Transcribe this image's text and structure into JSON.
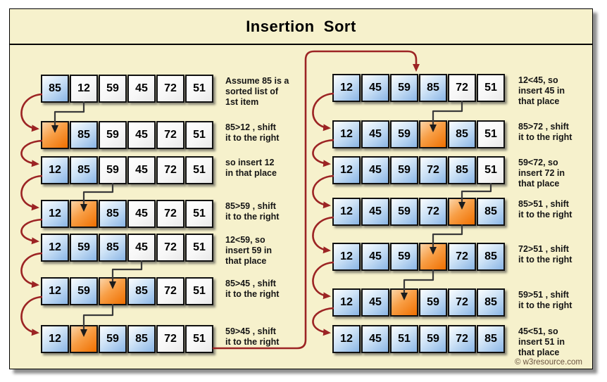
{
  "title": "Insertion  Sort",
  "footer": "© w3resource.com",
  "colors": {
    "background": "#f6f1cc",
    "flow_arrow": "#9c2424",
    "shift_arrow": "#3a3a3a",
    "footer_text": "#6a5440",
    "cell_blue": "#8ab5e5",
    "cell_orange": "#ef6f00",
    "cell_white": "#f7f7f7"
  },
  "columns": [
    {
      "name": "left",
      "rows": [
        {
          "cells": [
            {
              "v": "85",
              "t": "blue"
            },
            {
              "v": "12",
              "t": "white"
            },
            {
              "v": "59",
              "t": "white"
            },
            {
              "v": "45",
              "t": "white"
            },
            {
              "v": "72",
              "t": "white"
            },
            {
              "v": "51",
              "t": "white"
            }
          ],
          "note": "Assume 85 is a\nsorted list of\n1st item"
        },
        {
          "cells": [
            {
              "v": "",
              "t": "orange"
            },
            {
              "v": "85",
              "t": "blue"
            },
            {
              "v": "59",
              "t": "white"
            },
            {
              "v": "45",
              "t": "white"
            },
            {
              "v": "72",
              "t": "white"
            },
            {
              "v": "51",
              "t": "white"
            }
          ],
          "note": "85>12 , shift\nit to the right"
        },
        {
          "cells": [
            {
              "v": "12",
              "t": "blue"
            },
            {
              "v": "85",
              "t": "blue"
            },
            {
              "v": "59",
              "t": "white"
            },
            {
              "v": "45",
              "t": "white"
            },
            {
              "v": "72",
              "t": "white"
            },
            {
              "v": "51",
              "t": "white"
            }
          ],
          "note": "so insert 12\nin that place"
        },
        {
          "cells": [
            {
              "v": "12",
              "t": "blue"
            },
            {
              "v": "",
              "t": "orange"
            },
            {
              "v": "85",
              "t": "blue"
            },
            {
              "v": "45",
              "t": "white"
            },
            {
              "v": "72",
              "t": "white"
            },
            {
              "v": "51",
              "t": "white"
            }
          ],
          "note": "85>59 , shift\nit to the right"
        },
        {
          "cells": [
            {
              "v": "12",
              "t": "blue"
            },
            {
              "v": "59",
              "t": "blue"
            },
            {
              "v": "85",
              "t": "blue"
            },
            {
              "v": "45",
              "t": "white"
            },
            {
              "v": "72",
              "t": "white"
            },
            {
              "v": "51",
              "t": "white"
            }
          ],
          "note": "12<59, so\ninsert 59 in\nthat place"
        },
        {
          "cells": [
            {
              "v": "12",
              "t": "blue"
            },
            {
              "v": "59",
              "t": "blue"
            },
            {
              "v": "",
              "t": "orange"
            },
            {
              "v": "85",
              "t": "blue"
            },
            {
              "v": "72",
              "t": "white"
            },
            {
              "v": "51",
              "t": "white"
            }
          ],
          "note": "85>45 , shift\nit to the right"
        },
        {
          "cells": [
            {
              "v": "12",
              "t": "blue"
            },
            {
              "v": "",
              "t": "orange"
            },
            {
              "v": "59",
              "t": "blue"
            },
            {
              "v": "85",
              "t": "blue"
            },
            {
              "v": "72",
              "t": "white"
            },
            {
              "v": "51",
              "t": "white"
            }
          ],
          "note": "59>45 , shift\nit to the right"
        }
      ]
    },
    {
      "name": "right",
      "rows": [
        {
          "cells": [
            {
              "v": "12",
              "t": "blue"
            },
            {
              "v": "45",
              "t": "blue"
            },
            {
              "v": "59",
              "t": "blue"
            },
            {
              "v": "85",
              "t": "blue"
            },
            {
              "v": "72",
              "t": "white"
            },
            {
              "v": "51",
              "t": "white"
            }
          ],
          "note": "12<45, so\ninsert 45 in\nthat place"
        },
        {
          "cells": [
            {
              "v": "12",
              "t": "blue"
            },
            {
              "v": "45",
              "t": "blue"
            },
            {
              "v": "59",
              "t": "blue"
            },
            {
              "v": "",
              "t": "orange"
            },
            {
              "v": "85",
              "t": "blue"
            },
            {
              "v": "51",
              "t": "white"
            }
          ],
          "note": "85>72 , shift\nit to the right"
        },
        {
          "cells": [
            {
              "v": "12",
              "t": "blue"
            },
            {
              "v": "45",
              "t": "blue"
            },
            {
              "v": "59",
              "t": "blue"
            },
            {
              "v": "72",
              "t": "blue"
            },
            {
              "v": "85",
              "t": "blue"
            },
            {
              "v": "51",
              "t": "white"
            }
          ],
          "note": "59<72, so\ninsert 72 in\nthat place"
        },
        {
          "cells": [
            {
              "v": "12",
              "t": "blue"
            },
            {
              "v": "45",
              "t": "blue"
            },
            {
              "v": "59",
              "t": "blue"
            },
            {
              "v": "72",
              "t": "blue"
            },
            {
              "v": "",
              "t": "orange"
            },
            {
              "v": "85",
              "t": "blue"
            }
          ],
          "note": "85>51 , shift\nit to the right"
        },
        {
          "cells": [
            {
              "v": "12",
              "t": "blue"
            },
            {
              "v": "45",
              "t": "blue"
            },
            {
              "v": "59",
              "t": "blue"
            },
            {
              "v": "",
              "t": "orange"
            },
            {
              "v": "72",
              "t": "blue"
            },
            {
              "v": "85",
              "t": "blue"
            }
          ],
          "note": "72>51 , shift\nit to the right"
        },
        {
          "cells": [
            {
              "v": "12",
              "t": "blue"
            },
            {
              "v": "45",
              "t": "blue"
            },
            {
              "v": "",
              "t": "orange"
            },
            {
              "v": "59",
              "t": "blue"
            },
            {
              "v": "72",
              "t": "blue"
            },
            {
              "v": "85",
              "t": "blue"
            }
          ],
          "note": "59>51 , shift\nit to the right"
        },
        {
          "cells": [
            {
              "v": "12",
              "t": "blue"
            },
            {
              "v": "45",
              "t": "blue"
            },
            {
              "v": "51",
              "t": "blue"
            },
            {
              "v": "59",
              "t": "blue"
            },
            {
              "v": "72",
              "t": "blue"
            },
            {
              "v": "85",
              "t": "blue"
            }
          ],
          "note": "45<51, so\ninsert 51 in\nthat place"
        }
      ]
    }
  ],
  "shift_arrows": [
    {
      "col": 0,
      "from_row": 0,
      "from_cell": 1,
      "to_row": 1,
      "to_cell": 0
    },
    {
      "col": 0,
      "from_row": 2,
      "from_cell": 2,
      "to_row": 3,
      "to_cell": 1
    },
    {
      "col": 0,
      "from_row": 4,
      "from_cell": 3,
      "to_row": 5,
      "to_cell": 2
    },
    {
      "col": 0,
      "from_row": 5,
      "from_cell": 2,
      "to_row": 6,
      "to_cell": 1
    },
    {
      "col": 1,
      "from_row": 0,
      "from_cell": 4,
      "to_row": 1,
      "to_cell": 3
    },
    {
      "col": 1,
      "from_row": 2,
      "from_cell": 5,
      "to_row": 3,
      "to_cell": 4
    },
    {
      "col": 1,
      "from_row": 3,
      "from_cell": 4,
      "to_row": 4,
      "to_cell": 3
    },
    {
      "col": 1,
      "from_row": 4,
      "from_cell": 3,
      "to_row": 5,
      "to_cell": 2
    }
  ]
}
